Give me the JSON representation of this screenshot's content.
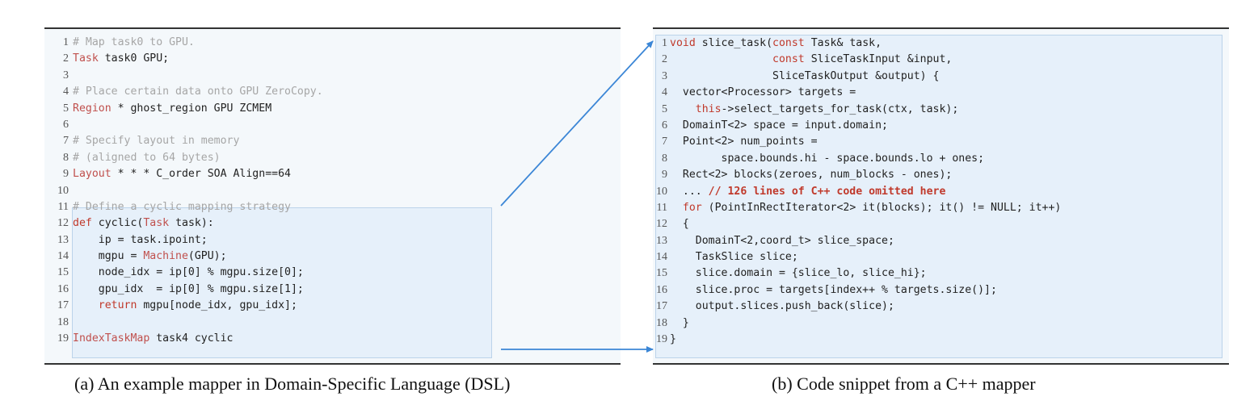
{
  "left": {
    "caption": "(a) An example mapper in Domain-Specific Language (DSL)",
    "lines": [
      {
        "n": "1",
        "segs": [
          {
            "c": "cm",
            "t": "# Map task0 to GPU."
          }
        ]
      },
      {
        "n": "2",
        "segs": [
          {
            "c": "tp",
            "t": "Task"
          },
          {
            "c": "t",
            "t": " task0 GPU;"
          }
        ]
      },
      {
        "n": "3",
        "segs": []
      },
      {
        "n": "4",
        "segs": [
          {
            "c": "cm",
            "t": "# Place certain data onto GPU ZeroCopy."
          }
        ]
      },
      {
        "n": "5",
        "segs": [
          {
            "c": "tp",
            "t": "Region"
          },
          {
            "c": "t",
            "t": " * ghost_region GPU ZCMEM"
          }
        ]
      },
      {
        "n": "6",
        "segs": []
      },
      {
        "n": "7",
        "segs": [
          {
            "c": "cm",
            "t": "# Specify layout in memory"
          }
        ]
      },
      {
        "n": "8",
        "segs": [
          {
            "c": "cm",
            "t": "# (aligned to 64 bytes)"
          }
        ]
      },
      {
        "n": "9",
        "segs": [
          {
            "c": "tp",
            "t": "Layout"
          },
          {
            "c": "t",
            "t": " * * * C_order SOA Align==64"
          }
        ]
      },
      {
        "n": "10",
        "segs": []
      },
      {
        "n": "11",
        "segs": [
          {
            "c": "cm",
            "t": "# Define a cyclic mapping strategy"
          }
        ]
      },
      {
        "n": "12",
        "segs": [
          {
            "c": "kw",
            "t": "def"
          },
          {
            "c": "t",
            "t": " cyclic("
          },
          {
            "c": "tp",
            "t": "Task"
          },
          {
            "c": "t",
            "t": " task):"
          }
        ]
      },
      {
        "n": "13",
        "segs": [
          {
            "c": "t",
            "t": "    ip = task.ipoint;"
          }
        ]
      },
      {
        "n": "14",
        "segs": [
          {
            "c": "t",
            "t": "    mgpu = "
          },
          {
            "c": "tp",
            "t": "Machine"
          },
          {
            "c": "t",
            "t": "(GPU);"
          }
        ]
      },
      {
        "n": "15",
        "segs": [
          {
            "c": "t",
            "t": "    node_idx = ip[0] % mgpu.size[0];"
          }
        ]
      },
      {
        "n": "16",
        "segs": [
          {
            "c": "t",
            "t": "    gpu_idx  = ip[0] % mgpu.size[1];"
          }
        ]
      },
      {
        "n": "17",
        "segs": [
          {
            "c": "t",
            "t": "    "
          },
          {
            "c": "kw",
            "t": "return"
          },
          {
            "c": "t",
            "t": " mgpu[node_idx, gpu_idx];"
          }
        ]
      },
      {
        "n": "18",
        "segs": []
      },
      {
        "n": "19",
        "segs": [
          {
            "c": "tp",
            "t": "IndexTaskMap"
          },
          {
            "c": "t",
            "t": " task4 cyclic"
          }
        ]
      }
    ]
  },
  "right": {
    "caption": "(b) Code snippet from a C++ mapper",
    "lines": [
      {
        "n": "1",
        "segs": [
          {
            "c": "kw",
            "t": "void"
          },
          {
            "c": "t",
            "t": " slice_task("
          },
          {
            "c": "kw",
            "t": "const"
          },
          {
            "c": "t",
            "t": " Task& task,"
          }
        ]
      },
      {
        "n": "2",
        "segs": [
          {
            "c": "t",
            "t": "                "
          },
          {
            "c": "kw",
            "t": "const"
          },
          {
            "c": "t",
            "t": " SliceTaskInput &input,"
          }
        ]
      },
      {
        "n": "3",
        "segs": [
          {
            "c": "t",
            "t": "                SliceTaskOutput &output) {"
          }
        ]
      },
      {
        "n": "4",
        "segs": [
          {
            "c": "t",
            "t": "  vector<Processor> targets ="
          }
        ]
      },
      {
        "n": "5",
        "segs": [
          {
            "c": "t",
            "t": "    "
          },
          {
            "c": "kw",
            "t": "this"
          },
          {
            "c": "t",
            "t": "->select_targets_for_task(ctx, task);"
          }
        ]
      },
      {
        "n": "6",
        "segs": [
          {
            "c": "t",
            "t": "  DomainT<2> space = input.domain;"
          }
        ]
      },
      {
        "n": "7",
        "segs": [
          {
            "c": "t",
            "t": "  Point<2> num_points ="
          }
        ]
      },
      {
        "n": "8",
        "segs": [
          {
            "c": "t",
            "t": "        space.bounds.hi - space.bounds.lo + ones;"
          }
        ]
      },
      {
        "n": "9",
        "segs": [
          {
            "c": "t",
            "t": "  Rect<2> blocks(zeroes, num_blocks - ones);"
          }
        ]
      },
      {
        "n": "10",
        "segs": [
          {
            "c": "t",
            "t": "  ... "
          },
          {
            "c": "om",
            "t": "// 126 lines of C++ code omitted here"
          }
        ]
      },
      {
        "n": "11",
        "segs": [
          {
            "c": "t",
            "t": "  "
          },
          {
            "c": "kw",
            "t": "for"
          },
          {
            "c": "t",
            "t": " (PointInRectIterator<2> it(blocks); it() != NULL; it++)"
          }
        ]
      },
      {
        "n": "12",
        "segs": [
          {
            "c": "t",
            "t": "  {"
          }
        ]
      },
      {
        "n": "13",
        "segs": [
          {
            "c": "t",
            "t": "    DomainT<2,coord_t> slice_space;"
          }
        ]
      },
      {
        "n": "14",
        "segs": [
          {
            "c": "t",
            "t": "    TaskSlice slice;"
          }
        ]
      },
      {
        "n": "15",
        "segs": [
          {
            "c": "t",
            "t": "    slice.domain = {slice_lo, slice_hi};"
          }
        ]
      },
      {
        "n": "16",
        "segs": [
          {
            "c": "t",
            "t": "    slice.proc = targets[index++ % targets.size()];"
          }
        ]
      },
      {
        "n": "17",
        "segs": [
          {
            "c": "t",
            "t": "    output.slices.push_back(slice);"
          }
        ]
      },
      {
        "n": "18",
        "segs": [
          {
            "c": "t",
            "t": "  }"
          }
        ]
      },
      {
        "n": "19",
        "segs": [
          {
            "c": "t",
            "t": "}"
          }
        ]
      }
    ]
  },
  "colors": {
    "comment": "#a6a6a6",
    "keyword": "#c0392b",
    "arrow": "#3b86d6",
    "highlight": "#e6f0fa"
  }
}
